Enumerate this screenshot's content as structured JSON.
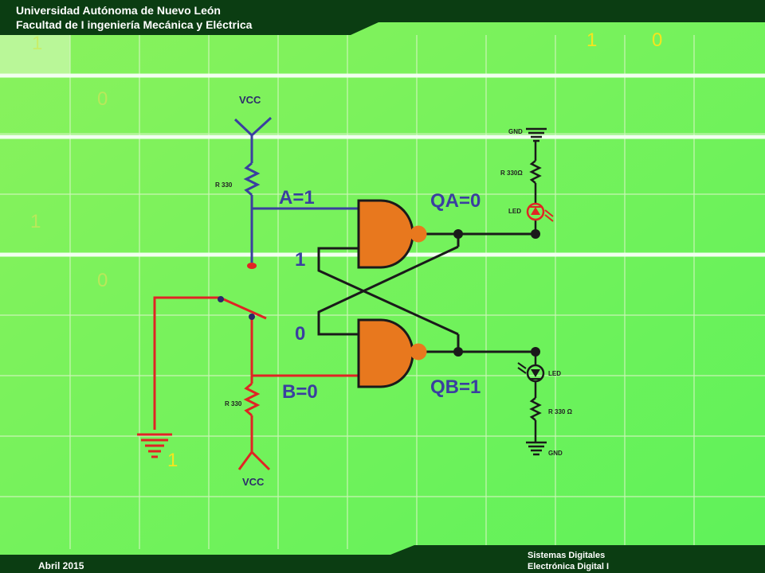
{
  "header": {
    "university": "Universidad Autónoma de Nuevo León",
    "faculty": "Facultad de I ingeniería Mecánica y Eléctrica"
  },
  "footer": {
    "date": "Abril 2015",
    "course_line1": "Sistemas Digitales",
    "course_line2": "Electrónica Digital I"
  },
  "colors": {
    "background": "#7df35a",
    "header_bar": "#0b3d12",
    "wire_blue": "#3a3fa0",
    "wire_red": "#e02424",
    "gate_fill": "#e8781e",
    "wire_black": "#1a1a1a",
    "yellow_digit": "#f5e51e"
  },
  "circuit": {
    "vcc_top": "VCC",
    "vcc_bottom": "VCC",
    "res_top": "R 330",
    "res_bottom": "R 330",
    "input_a": "A=1",
    "input_b": "B=0",
    "feedback_top": "1",
    "feedback_bottom": "0",
    "output_qa": "QA=0",
    "output_qb": "QB=1",
    "gnd_top": "GND",
    "gnd_bottom": "GND",
    "res_led_top": "R 330Ω",
    "res_led_bottom": "R 330 Ω",
    "led_top": "LED",
    "led_bottom": "LED"
  },
  "overlay_digits": {
    "top_left": "1",
    "top_right_1": "1",
    "top_right_0": "0",
    "left_row2": "0",
    "left_row3": "1",
    "left_row4": "0",
    "bottom": "1"
  }
}
